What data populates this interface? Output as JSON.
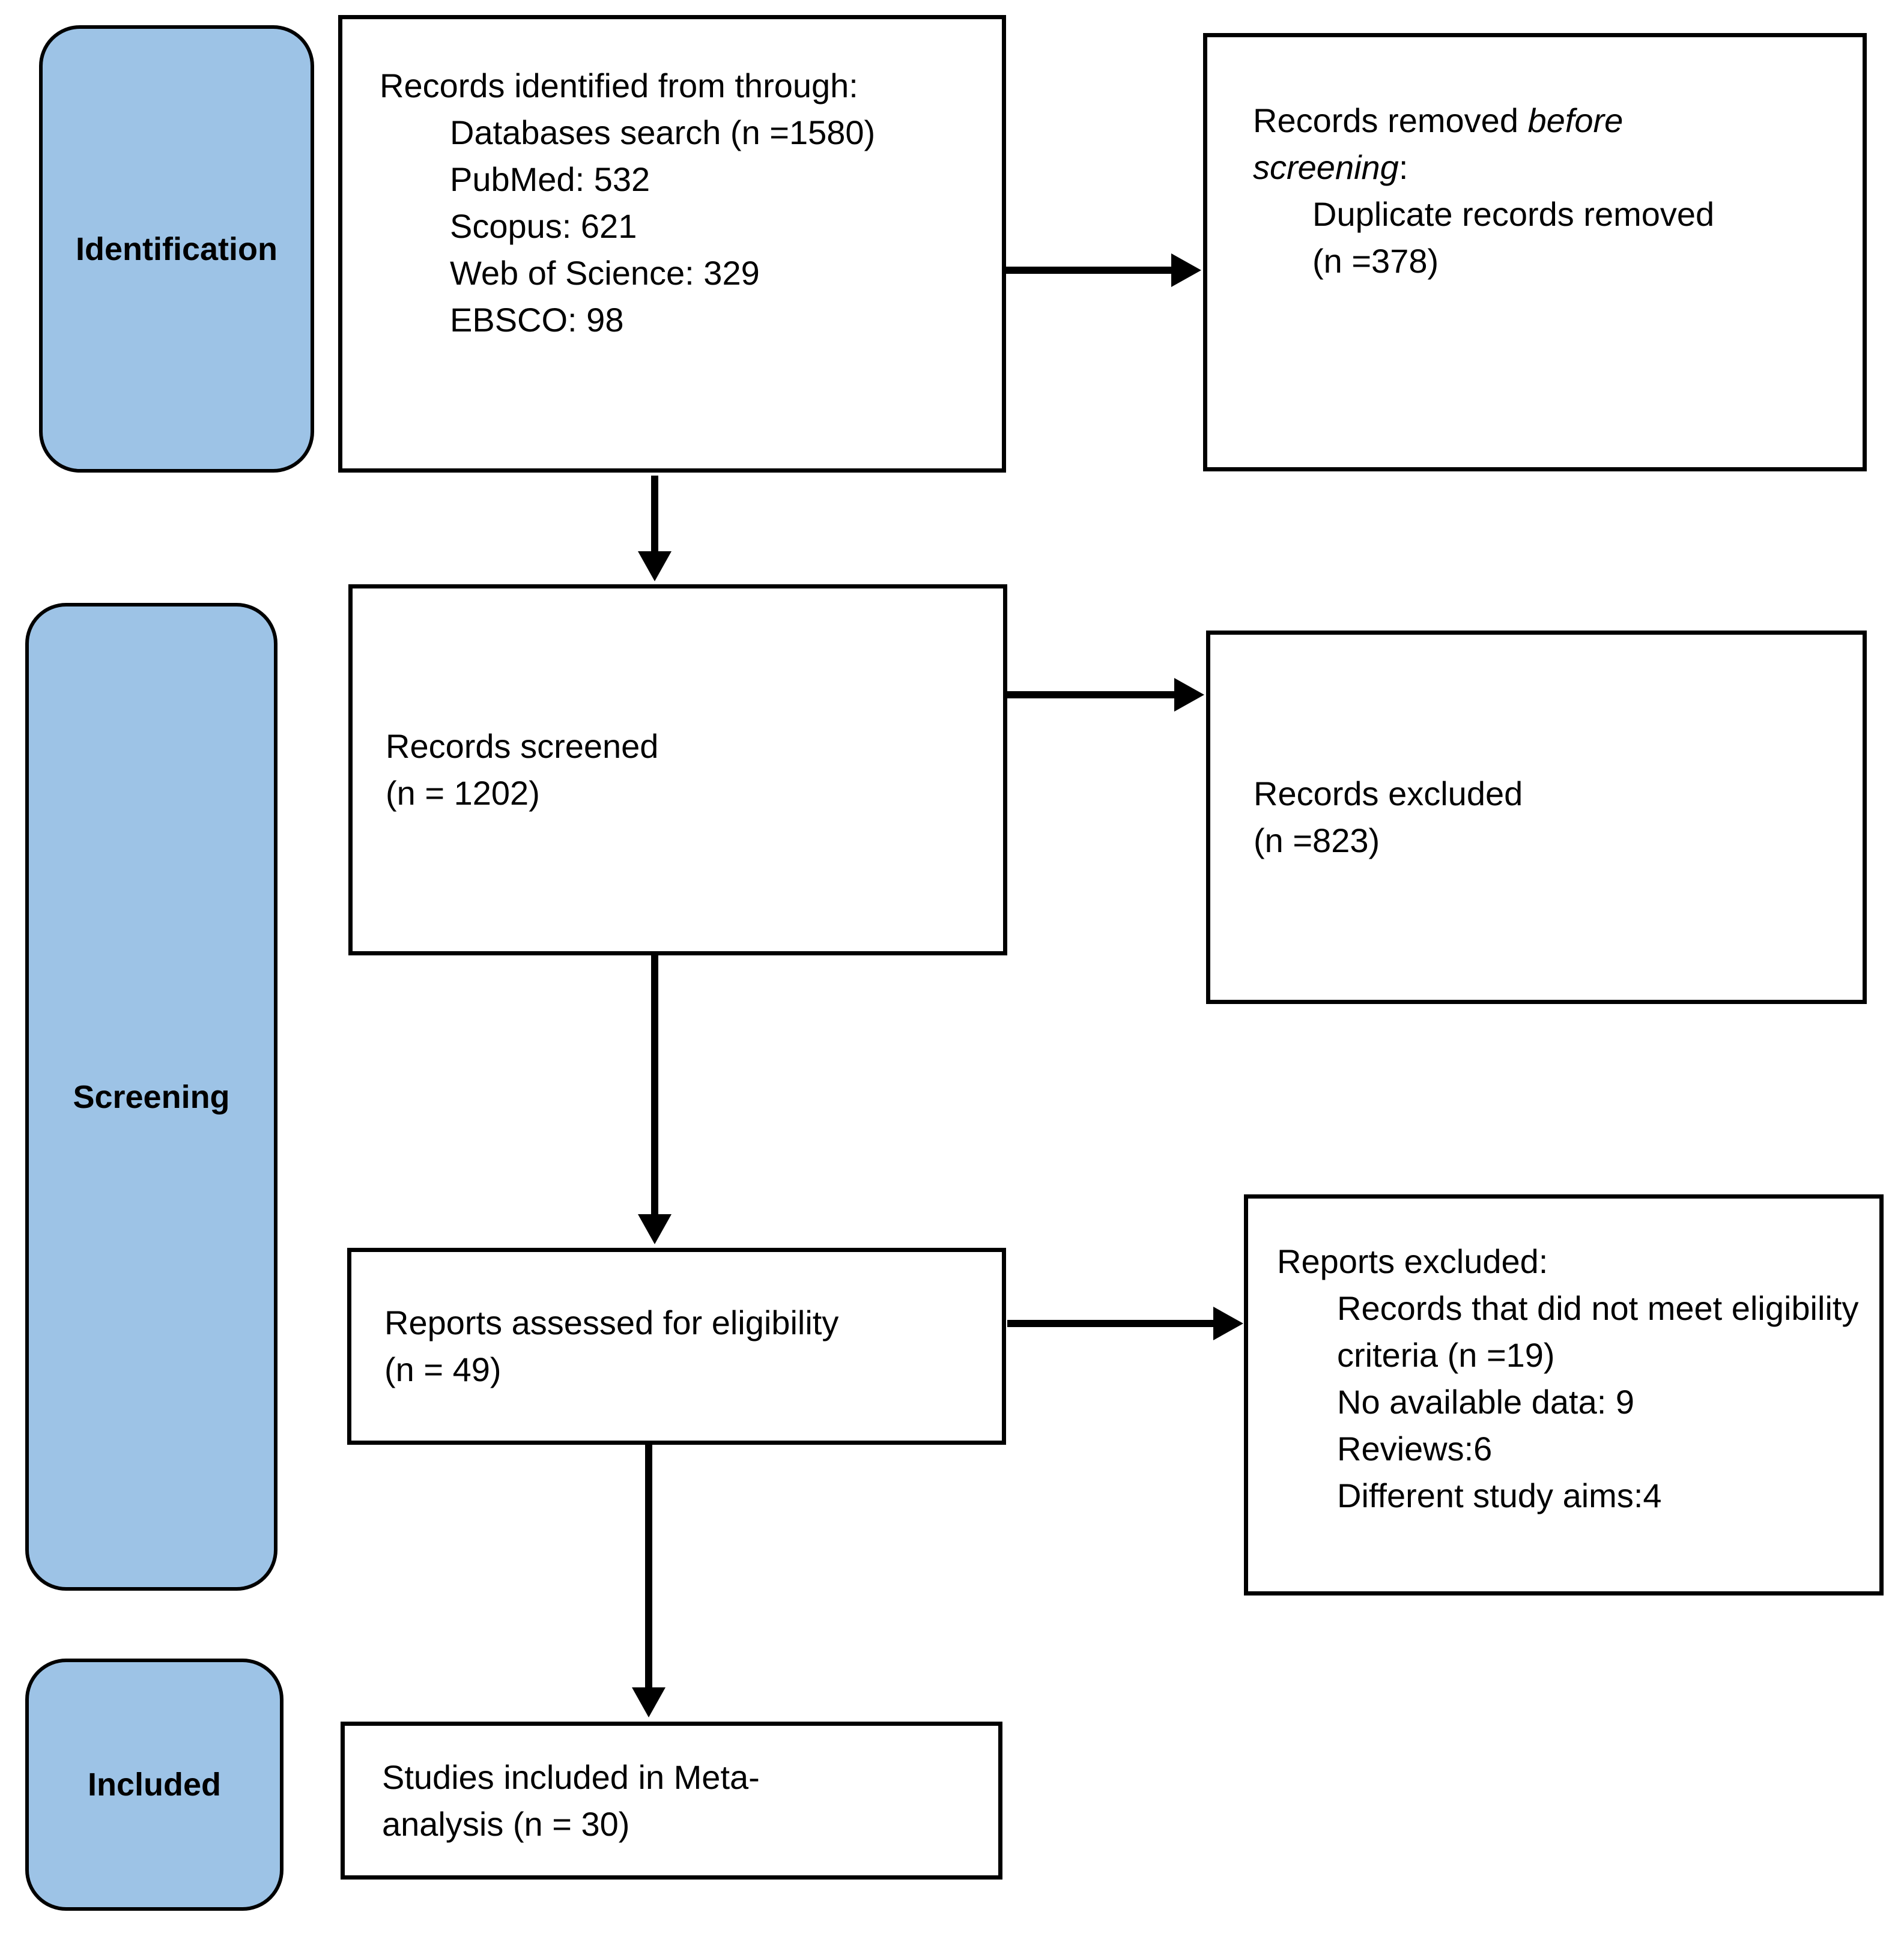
{
  "colors": {
    "stage_fill": "#9dc3e6",
    "line": "#000000",
    "background": "#ffffff"
  },
  "stage_labels": {
    "identification": "Identification",
    "screening": "Screening",
    "included": "Included"
  },
  "boxes": {
    "identified": {
      "title": "Records identified from through:",
      "items": [
        "Databases search (n =1580)",
        "PubMed: 532",
        "Scopus: 621",
        "Web of Science: 329",
        "EBSCO: 98"
      ]
    },
    "records_removed": {
      "line1_regular": "Records removed ",
      "line1_italic": "before",
      "line2_italic": "screening",
      "line2_regular": ":",
      "items": [
        "Duplicate records removed",
        "(n =378)"
      ]
    },
    "records_screened": {
      "line1": "Records screened",
      "line2": "(n = 1202)"
    },
    "records_excluded": {
      "line1": "Records excluded",
      "line2": "(n =823)"
    },
    "reports_assessed": {
      "line1": "Reports assessed for eligibility",
      "line2": "(n = 49)"
    },
    "reports_excluded": {
      "title": "Reports excluded:",
      "items": [
        "Records that did not meet eligibility criteria (n =19)",
        "No available data: 9",
        "Reviews:6",
        "Different study aims:4"
      ]
    },
    "studies_included": {
      "line1": "Studies included in Meta-",
      "line2": "analysis (n = 30)"
    }
  }
}
